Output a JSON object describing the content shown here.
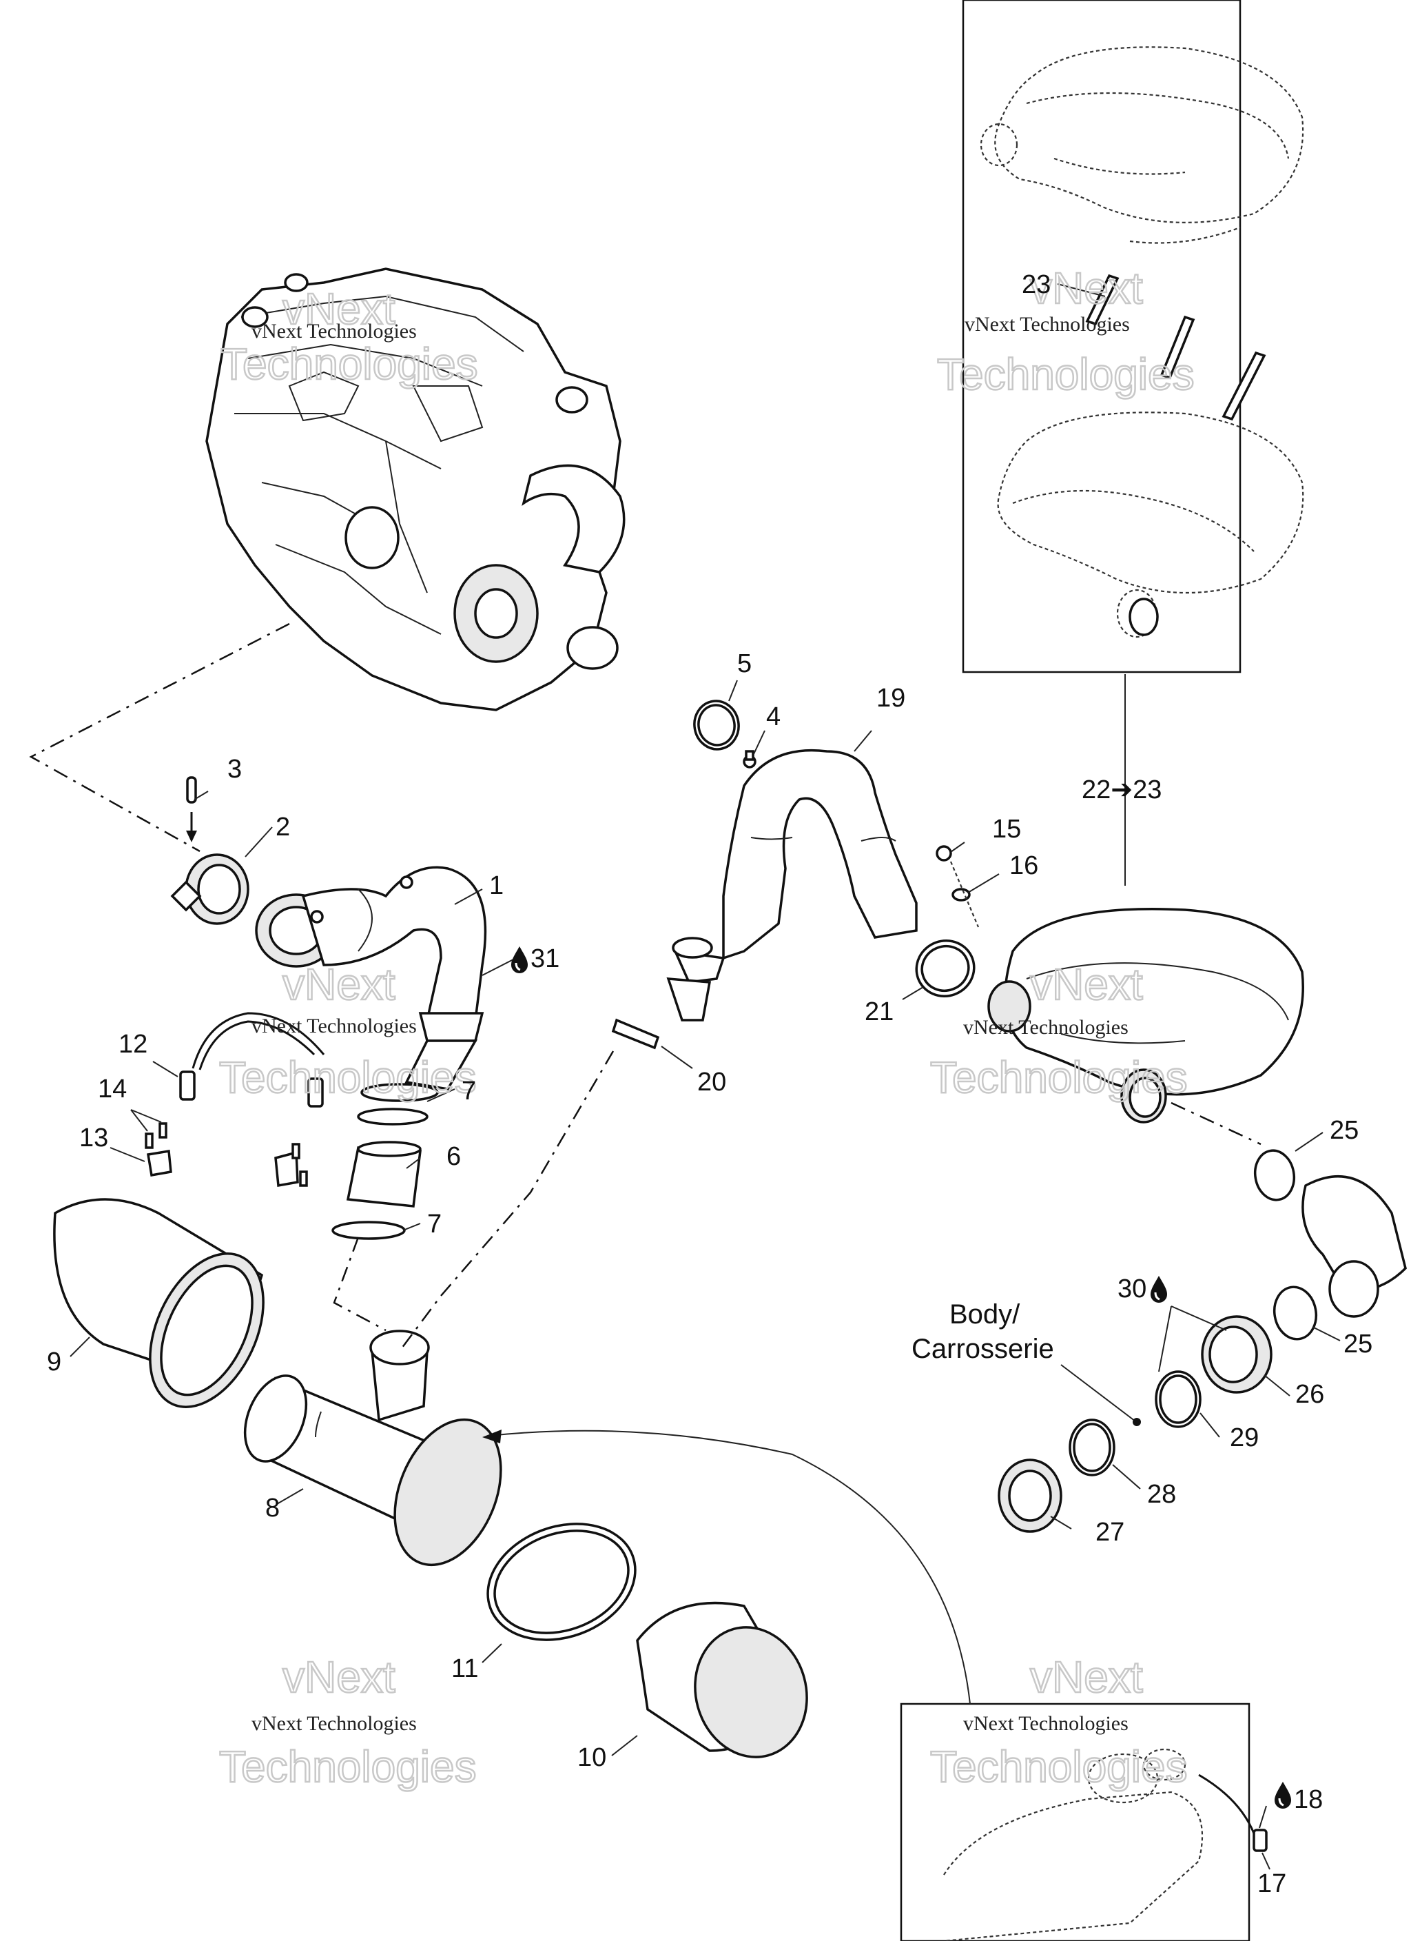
{
  "labels": {
    "n1": "1",
    "n2": "2",
    "n3": "3",
    "n4": "4",
    "n5": "5",
    "n6": "6",
    "n7a": "7",
    "n7b": "7",
    "n8": "8",
    "n9": "9",
    "n10": "10",
    "n11": "11",
    "n12": "12",
    "n13": "13",
    "n14": "14",
    "n15": "15",
    "n16": "16",
    "n17": "17",
    "n18": "18",
    "n19": "19",
    "n20": "20",
    "n21": "21",
    "n22_23": "22➔23",
    "n23": "23",
    "n25a": "25",
    "n25b": "25",
    "n26": "26",
    "n27": "27",
    "n28": "28",
    "n29": "29",
    "n30": "30",
    "n31": "31"
  },
  "body_note": {
    "line1": "Body/",
    "line2": "Carrosserie"
  },
  "watermark": {
    "line1": "vNext Technologies",
    "line2": "vNext",
    "line3": "Technologies"
  },
  "icons": [
    "drop-icon"
  ],
  "colors": {
    "ink": "#111111",
    "watermark": "#c8c8c8",
    "background": "#ffffff"
  }
}
